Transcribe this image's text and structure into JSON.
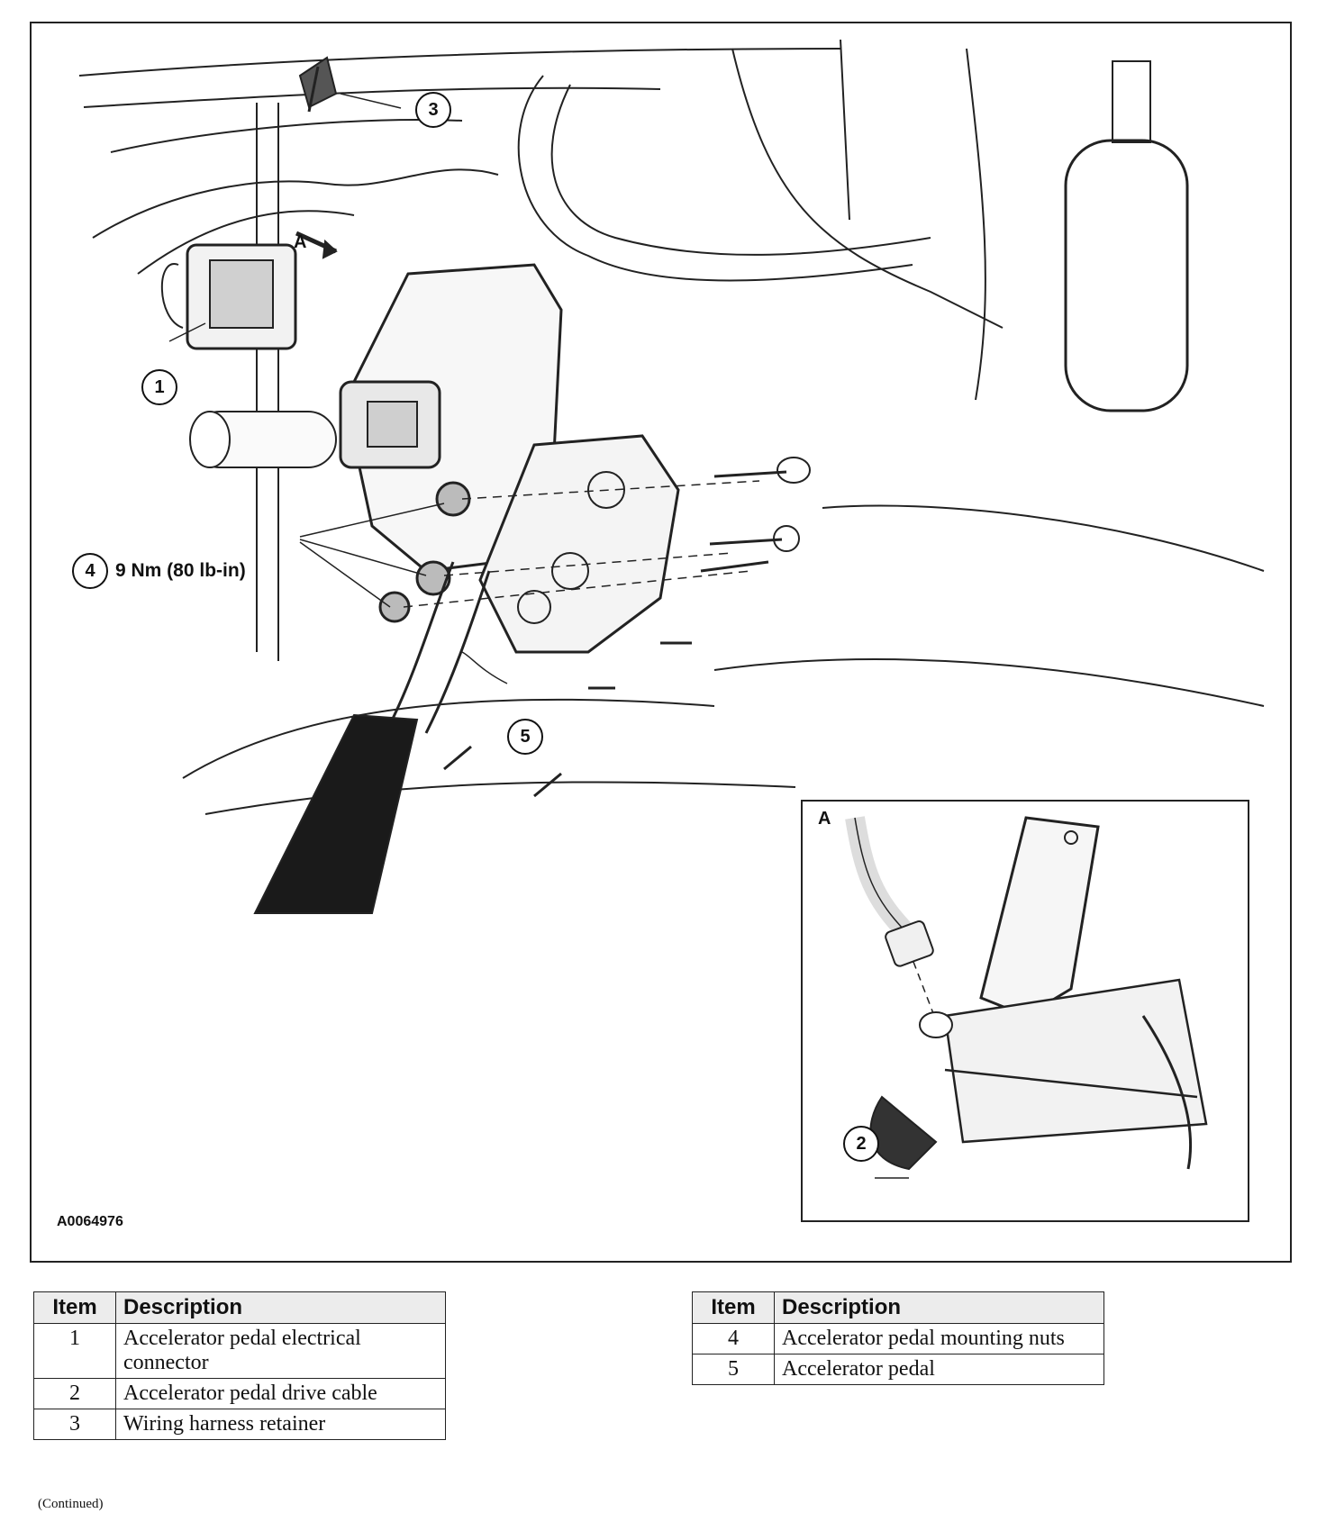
{
  "figure": {
    "id": "A0064976",
    "view_label_main": "A",
    "view_label_inset": "A",
    "callouts": [
      "1",
      "2",
      "3",
      "4",
      "5"
    ],
    "torque_spec": "9 Nm (80 lb-in)"
  },
  "legend_left": {
    "header_item": "Item",
    "header_description": "Description",
    "rows": [
      {
        "item": "1",
        "description": "Accelerator pedal electrical connector"
      },
      {
        "item": "2",
        "description": "Accelerator pedal drive cable"
      },
      {
        "item": "3",
        "description": "Wiring harness retainer"
      }
    ]
  },
  "legend_right": {
    "header_item": "Item",
    "header_description": "Description",
    "rows": [
      {
        "item": "4",
        "description": "Accelerator pedal mounting nuts"
      },
      {
        "item": "5",
        "description": "Accelerator pedal"
      }
    ]
  },
  "footer": {
    "continued": "(Continued)"
  }
}
